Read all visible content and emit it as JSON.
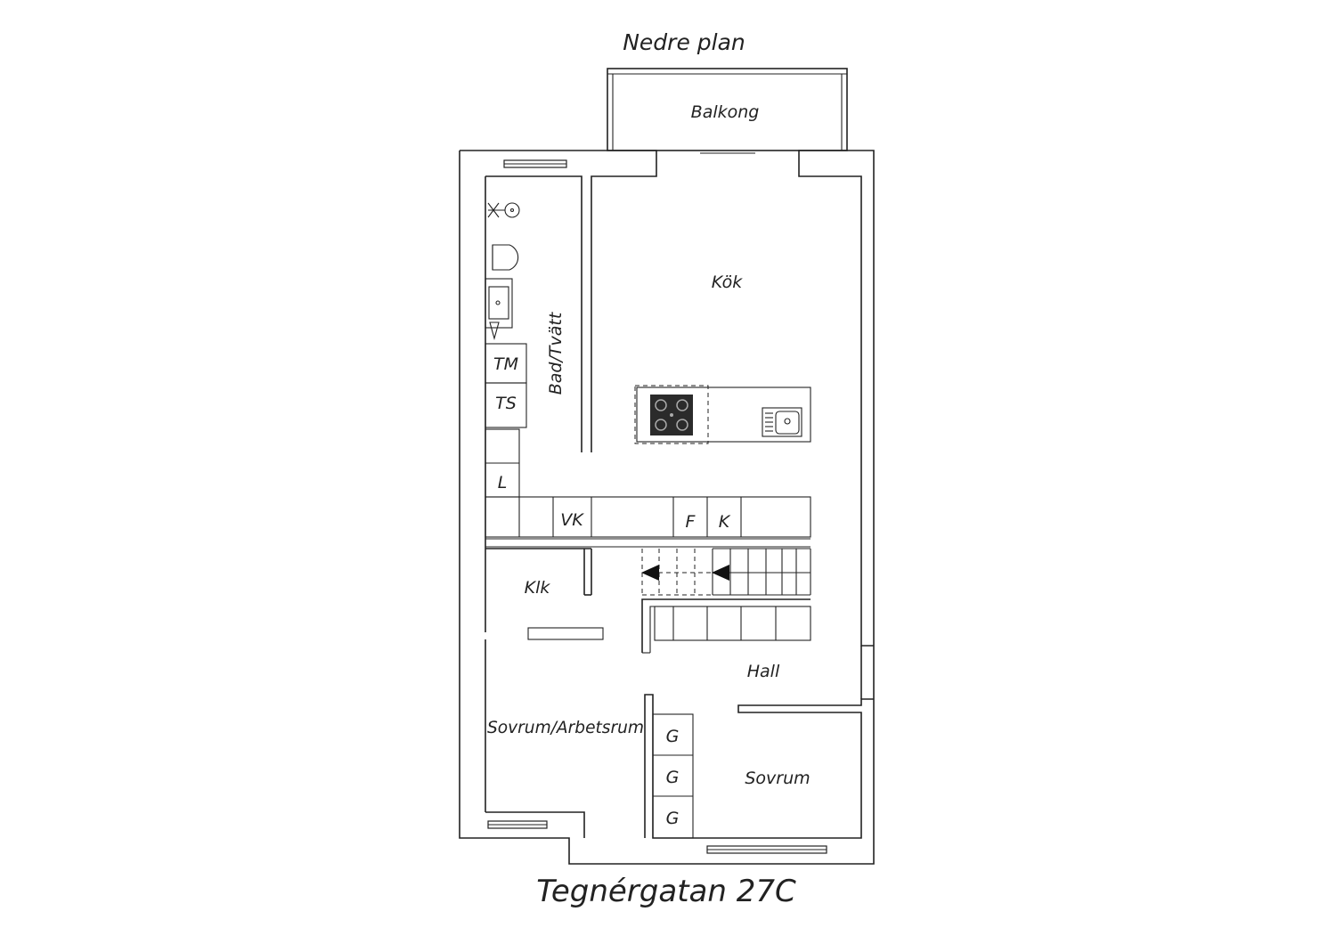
{
  "title": "Nedre plan",
  "address": "Tegnérgatan 27C",
  "rooms": {
    "balkong": "Balkong",
    "kok": "Kök",
    "bad_tvatt": "Bad/Tvätt",
    "klk": "Klk",
    "hall": "Hall",
    "sovrum_arbetsrum": "Sovrum/Arbetsrum",
    "sovrum": "Sovrum"
  },
  "appliances": {
    "tm": "TM",
    "ts": "TS",
    "l": "L",
    "vk": "VK",
    "f": "F",
    "k": "K",
    "g1": "G",
    "g2": "G",
    "g3": "G"
  },
  "colors": {
    "line": "#222222",
    "background": "#ffffff",
    "cooktop": "#2b2b2b"
  }
}
